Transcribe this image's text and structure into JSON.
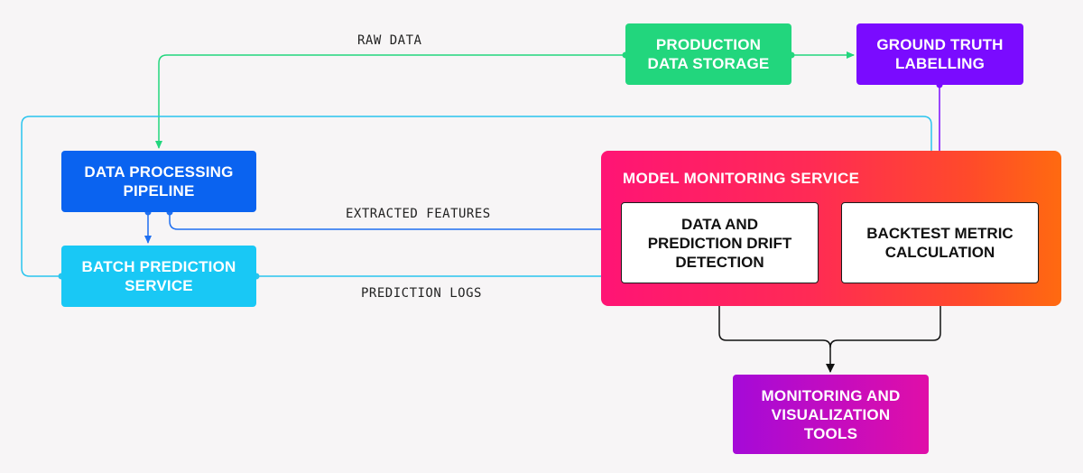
{
  "nodes": {
    "production_storage": "PRODUCTION\nDATA STORAGE",
    "ground_truth": "GROUND TRUTH\nLABELLING",
    "data_processing": "DATA PROCESSING\nPIPELINE",
    "batch_prediction": "BATCH PREDICTION\nSERVICE",
    "monitoring_service": "MODEL MONITORING SERVICE",
    "drift_detection": "DATA AND\nPREDICTION DRIFT\nDETECTION",
    "backtest": "BACKTEST METRIC\nCALCULATION",
    "tools": "MONITORING AND\nVISUALIZATION\nTOOLS"
  },
  "edges": {
    "raw_data": "RAW DATA",
    "extracted_features": "EXTRACTED FEATURES",
    "prediction_logs": "PREDICTION LOGS"
  },
  "colors": {
    "green": "#22d67d",
    "purple": "#7a0bff",
    "blue": "#0a63f0",
    "cyan": "#19c8f5",
    "pink_orange_gradient": [
      "#ff1475",
      "#ff6a10"
    ],
    "magenta_gradient": [
      "#a50ad8",
      "#e00ea8"
    ],
    "black": "#111111"
  }
}
